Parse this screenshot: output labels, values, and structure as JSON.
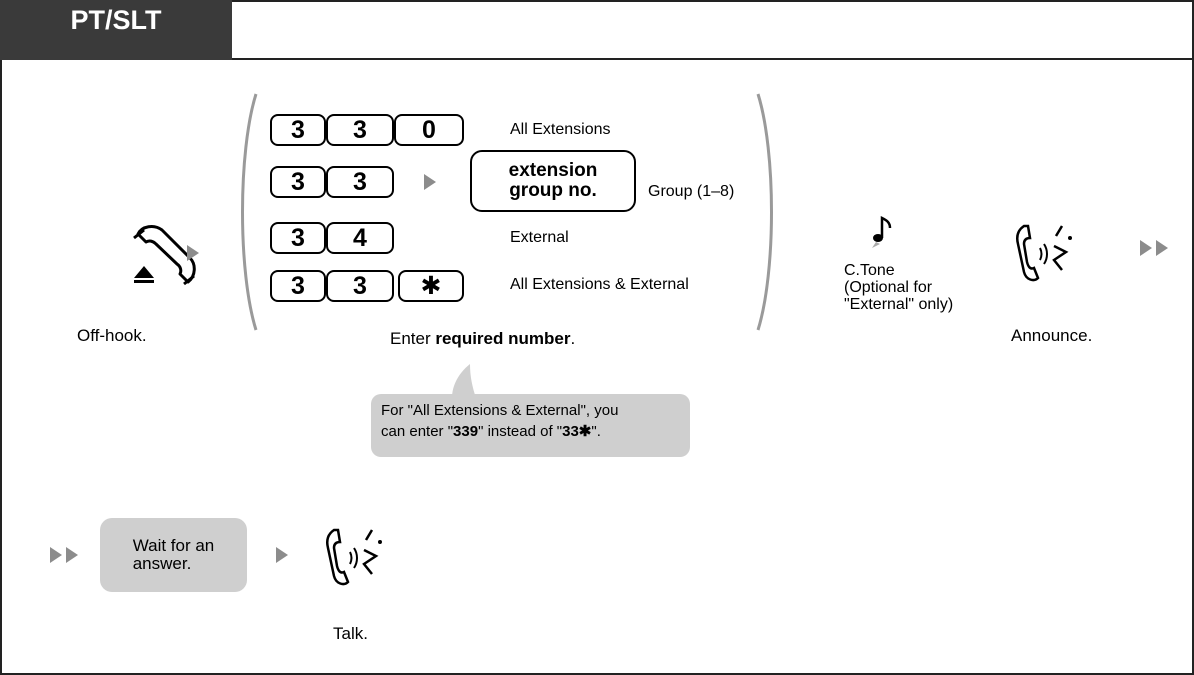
{
  "header": {
    "tab_label": "PT/SLT"
  },
  "steps": {
    "offhook_label": "Off-hook.",
    "enter_prefix": "Enter ",
    "enter_bold": "required number",
    "enter_suffix": ".",
    "ctone_line1": "C.Tone",
    "ctone_line2": "(Optional for",
    "ctone_line3": "\"External\" only)",
    "announce_label": "Announce.",
    "wait_line1": "Wait for an",
    "wait_line2": "answer.",
    "talk_label": "Talk."
  },
  "options": {
    "row1": {
      "keys": [
        "3",
        "3",
        "0"
      ],
      "label": "All Extensions"
    },
    "row2": {
      "keys": [
        "3",
        "3"
      ],
      "box_line1": "extension",
      "box_line2": "group no.",
      "label": "Group (1–8)"
    },
    "row3": {
      "keys": [
        "3",
        "4"
      ],
      "label": "External"
    },
    "row4": {
      "keys": [
        "3",
        "3",
        "✱"
      ],
      "label": "All Extensions & External"
    }
  },
  "note": {
    "part1": "For \"All Extensions & External\", you",
    "part2": "can enter \"",
    "bold1": "339",
    "part3": "\" instead of \"",
    "bold2": "33✱",
    "part4": "\"."
  },
  "icons": {
    "offhook": "handset-offhook-icon",
    "tone": "music-note-icon",
    "speak": "talking-handset-icon",
    "arrow": "triangle-arrow-icon",
    "double_arrow": "double-triangle-arrow-icon"
  },
  "colors": {
    "tab_bg": "#3a3a3a",
    "bubble_bg": "#cfcfcf",
    "arrow": "#8c8c8c"
  }
}
